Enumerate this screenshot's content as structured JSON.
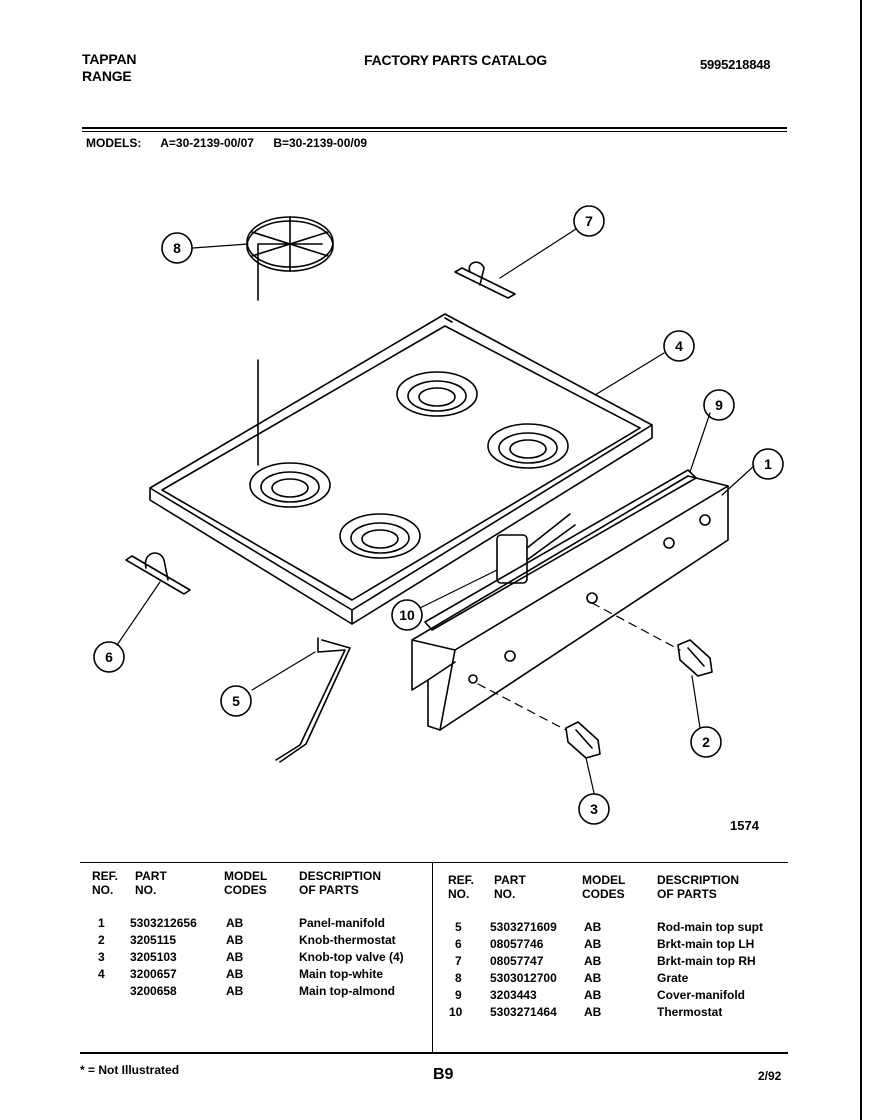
{
  "header": {
    "brand_line1": "TAPPAN",
    "brand_line2": "RANGE",
    "title": "FACTORY PARTS CATALOG",
    "catalog_number": "5995218848"
  },
  "models": {
    "label": "MODELS:",
    "model_a": "A=30-2139-00/07",
    "model_b": "B=30-2139-00/09"
  },
  "diagram": {
    "figure_number": "1574",
    "callouts": [
      "1",
      "2",
      "3",
      "4",
      "5",
      "6",
      "7",
      "8",
      "9",
      "10"
    ]
  },
  "parts_table": {
    "headers": {
      "ref_no_1": "REF.",
      "ref_no_2": "NO.",
      "part_no_1": "PART",
      "part_no_2": "NO.",
      "model_codes_1": "MODEL",
      "model_codes_2": "CODES",
      "description_1": "DESCRIPTION",
      "description_2": "OF PARTS"
    },
    "left_rows": [
      {
        "ref": "1",
        "part": "5303212656",
        "codes": "AB",
        "desc": "Panel-manifold"
      },
      {
        "ref": "2",
        "part": "3205115",
        "codes": "AB",
        "desc": "Knob-thermostat"
      },
      {
        "ref": "3",
        "part": "3205103",
        "codes": "AB",
        "desc": "Knob-top valve (4)"
      },
      {
        "ref": "4",
        "part": "3200657",
        "codes": "AB",
        "desc": "Main top-white"
      },
      {
        "ref": "",
        "part": "3200658",
        "codes": "AB",
        "desc": "Main top-almond"
      }
    ],
    "right_rows": [
      {
        "ref": "5",
        "part": "5303271609",
        "codes": "AB",
        "desc": "Rod-main top supt"
      },
      {
        "ref": "6",
        "part": "08057746",
        "codes": "AB",
        "desc": "Brkt-main top LH"
      },
      {
        "ref": "7",
        "part": "08057747",
        "codes": "AB",
        "desc": "Brkt-main top RH"
      },
      {
        "ref": "8",
        "part": "5303012700",
        "codes": "AB",
        "desc": "Grate"
      },
      {
        "ref": "9",
        "part": "3203443",
        "codes": "AB",
        "desc": "Cover-manifold"
      },
      {
        "ref": "10",
        "part": "5303271464",
        "codes": "AB",
        "desc": "Thermostat"
      }
    ]
  },
  "footer": {
    "note": "* = Not Illustrated",
    "page_code": "B9",
    "date": "2/92"
  }
}
